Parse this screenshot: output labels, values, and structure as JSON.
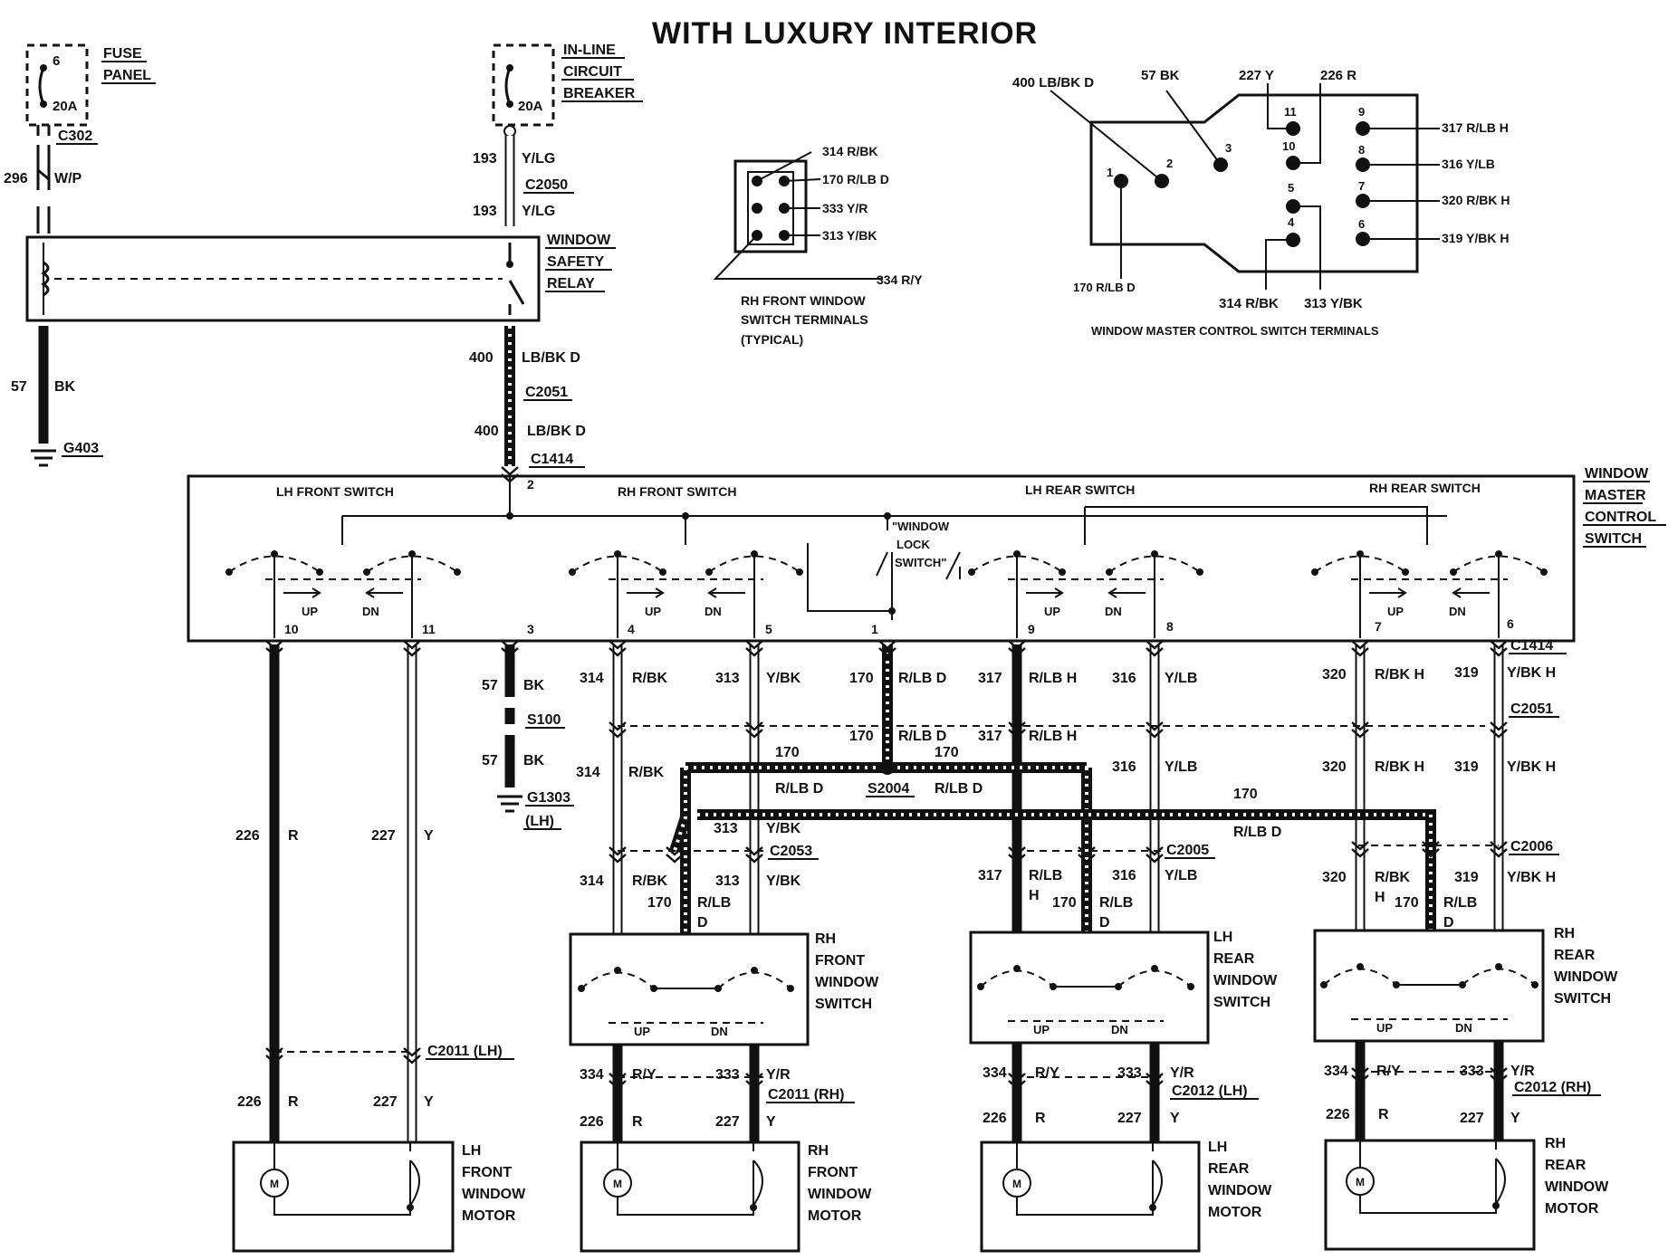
{
  "title": "WITH LUXURY INTERIOR",
  "fuse_panel": {
    "label_line1": "FUSE",
    "label_line2": "PANEL",
    "pin": "6",
    "rating": "20A",
    "connector": "C302",
    "circuit": "296",
    "color": "W/P"
  },
  "breaker": {
    "line1": "IN-LINE",
    "line2": "CIRCUIT",
    "line3": "BREAKER",
    "rating": "20A",
    "circuit": "193",
    "color": "Y/LG",
    "connector": "C2050"
  },
  "relay": {
    "line1": "WINDOW",
    "line2": "SAFETY",
    "line3": "RELAY"
  },
  "ground_left": {
    "circuit": "57",
    "color": "BK",
    "ground": "G403"
  },
  "feed": {
    "circuit": "400",
    "color": "LB/BK D",
    "connector1": "C2051",
    "connector2": "C1414"
  },
  "master": {
    "line1": "WINDOW",
    "line2": "MASTER",
    "line3": "CONTROL",
    "line4": "SWITCH",
    "lh_front": "LH FRONT SWITCH",
    "rh_front": "RH FRONT SWITCH",
    "lh_rear": "LH REAR SWITCH",
    "rh_rear": "RH REAR SWITCH",
    "lock_line1": "\"WINDOW",
    "lock_line2": "LOCK",
    "lock_line3": "SWITCH\"",
    "up": "UP",
    "dn": "DN",
    "pins": {
      "p1": "1",
      "p2": "2",
      "p3": "3",
      "p4": "4",
      "p5": "5",
      "p6": "6",
      "p7": "7",
      "p8": "8",
      "p9": "9",
      "p10": "10",
      "p11": "11"
    },
    "connector": "C1414"
  },
  "ground_center": {
    "circuit": "57",
    "color": "BK",
    "splice": "S100",
    "ground": "G1303",
    "side": "(LH)"
  },
  "rh_front_terminals": {
    "wires": [
      "314 R/BK",
      "170 R/LB D",
      "333 Y/R",
      "313 Y/BK",
      "334 R/Y"
    ],
    "line1": "RH FRONT WINDOW",
    "line2": "SWITCH TERMINALS",
    "line3": "(TYPICAL)"
  },
  "master_terminals": {
    "top": [
      "400 LB/BK D",
      "57 BK",
      "227 Y",
      "226 R"
    ],
    "right": [
      "317 R/LB H",
      "316 Y/LB",
      "320 R/BK H",
      "319 Y/BK H"
    ],
    "bottom": [
      "170 R/LB D",
      "314 R/BK",
      "313 Y/BK"
    ],
    "pins": [
      "1",
      "2",
      "3",
      "4",
      "5",
      "6",
      "7",
      "8",
      "9",
      "10",
      "11"
    ],
    "caption": "WINDOW MASTER CONTROL SWITCH TERMINALS"
  },
  "wires": {
    "c226": "226",
    "c227": "227",
    "R": "R",
    "Y": "Y",
    "c314": "314",
    "RBK": "R/BK",
    "c313": "313",
    "YBK": "Y/BK",
    "c170": "170",
    "RLBD": "R/LB D",
    "RLB": "R/LB",
    "D": "D",
    "c317": "317",
    "RLBH": "R/LB H",
    "H": "H",
    "c316": "316",
    "YLB": "Y/LB",
    "c320": "320",
    "RBKH": "R/BK H",
    "c319": "319",
    "YBKH": "Y/BK H",
    "c334": "334",
    "RY": "R/Y",
    "c333": "333",
    "YR": "Y/R"
  },
  "connectors": {
    "c2051": "C2051",
    "c2053": "C2053",
    "c2005": "C2005",
    "c2006": "C2006",
    "s2004": "S2004",
    "c2011lh": "C2011 (LH)",
    "c2011rh": "C2011 (RH)",
    "c2012lh": "C2012 (LH)",
    "c2012rh": "C2012 (RH)",
    "c1414": "C1414"
  },
  "door_switches": {
    "rh_front": [
      "RH",
      "FRONT",
      "WINDOW",
      "SWITCH"
    ],
    "lh_rear": [
      "LH",
      "REAR",
      "WINDOW",
      "SWITCH"
    ],
    "rh_rear": [
      "RH",
      "REAR",
      "WINDOW",
      "SWITCH"
    ]
  },
  "motors": {
    "m": "M",
    "lh_front": [
      "LH",
      "FRONT",
      "WINDOW",
      "MOTOR"
    ],
    "rh_front": [
      "RH",
      "FRONT",
      "WINDOW",
      "MOTOR"
    ],
    "lh_rear": [
      "LH",
      "REAR",
      "WINDOW",
      "MOTOR"
    ],
    "rh_rear": [
      "RH",
      "REAR",
      "WINDOW",
      "MOTOR"
    ]
  }
}
